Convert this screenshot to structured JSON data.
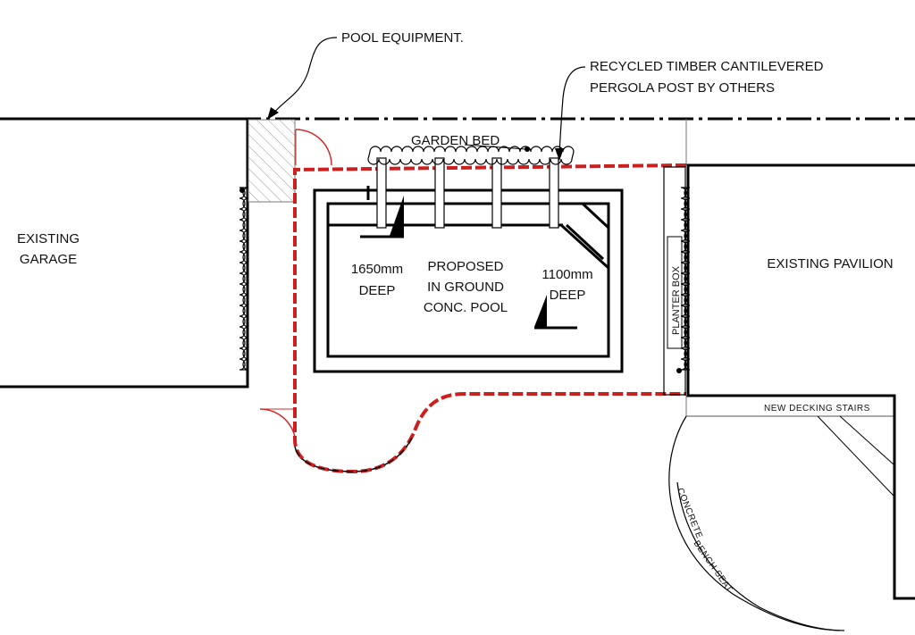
{
  "labels": {
    "pool_equipment": "POOL EQUIPMENT.",
    "pergola_line1": "RECYCLED TIMBER CANTILEVERED",
    "pergola_line2": "PERGOLA POST BY OTHERS",
    "garden_bed": "GARDEN BED",
    "garage_line1": "EXISTING",
    "garage_line2": "GARAGE",
    "pavilion": "EXISTING PAVILION",
    "deep_left_1": "1650mm",
    "deep_left_2": "DEEP",
    "pool_line1": "PROPOSED",
    "pool_line2": "IN GROUND",
    "pool_line3": "CONC. POOL",
    "deep_right_1": "1100mm",
    "deep_right_2": "DEEP",
    "planter_box": "PLANTER BOX",
    "decking_stairs": "NEW DECKING STAIRS",
    "concrete": "CONCRETE",
    "bench_seat": "BENCH SEAT"
  },
  "colors": {
    "line": "#000000",
    "pool_fence": "#cc1f1f",
    "door_swing": "#d62a2a",
    "hatch": "#9a9a9a"
  }
}
